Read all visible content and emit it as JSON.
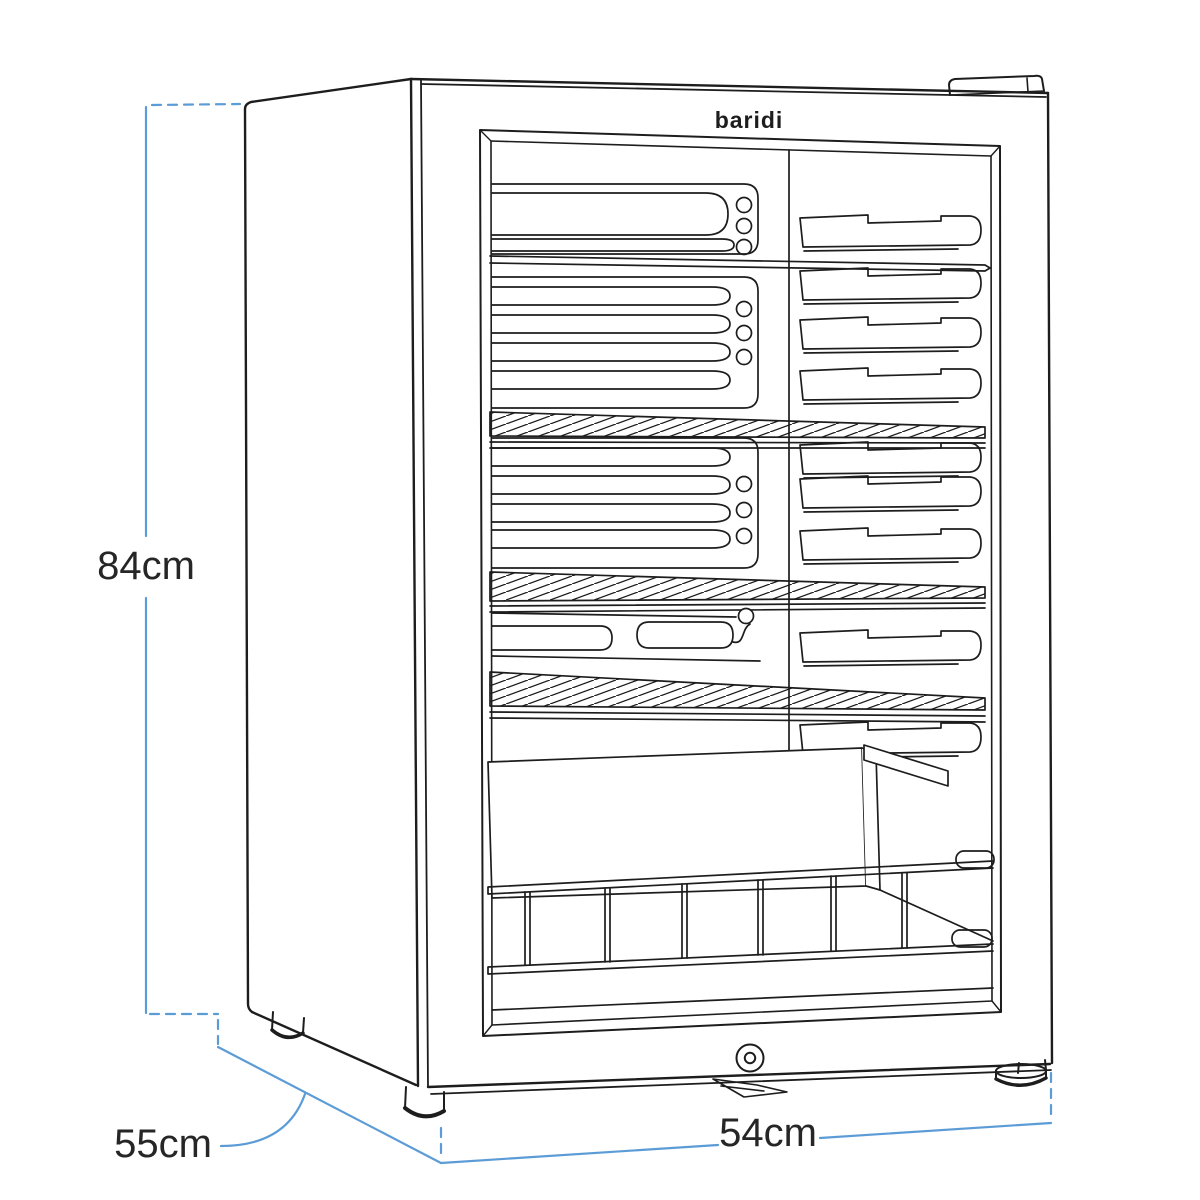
{
  "page": {
    "background": "#ffffff"
  },
  "brand": {
    "logo_text": "baridi"
  },
  "dimensions": {
    "height_label": "84cm",
    "depth_label": "55cm",
    "width_label": "54cm"
  },
  "colors": {
    "outline": "#1d1d1d",
    "dimension_line": "#5c9cd6",
    "label_text": "#262626"
  }
}
